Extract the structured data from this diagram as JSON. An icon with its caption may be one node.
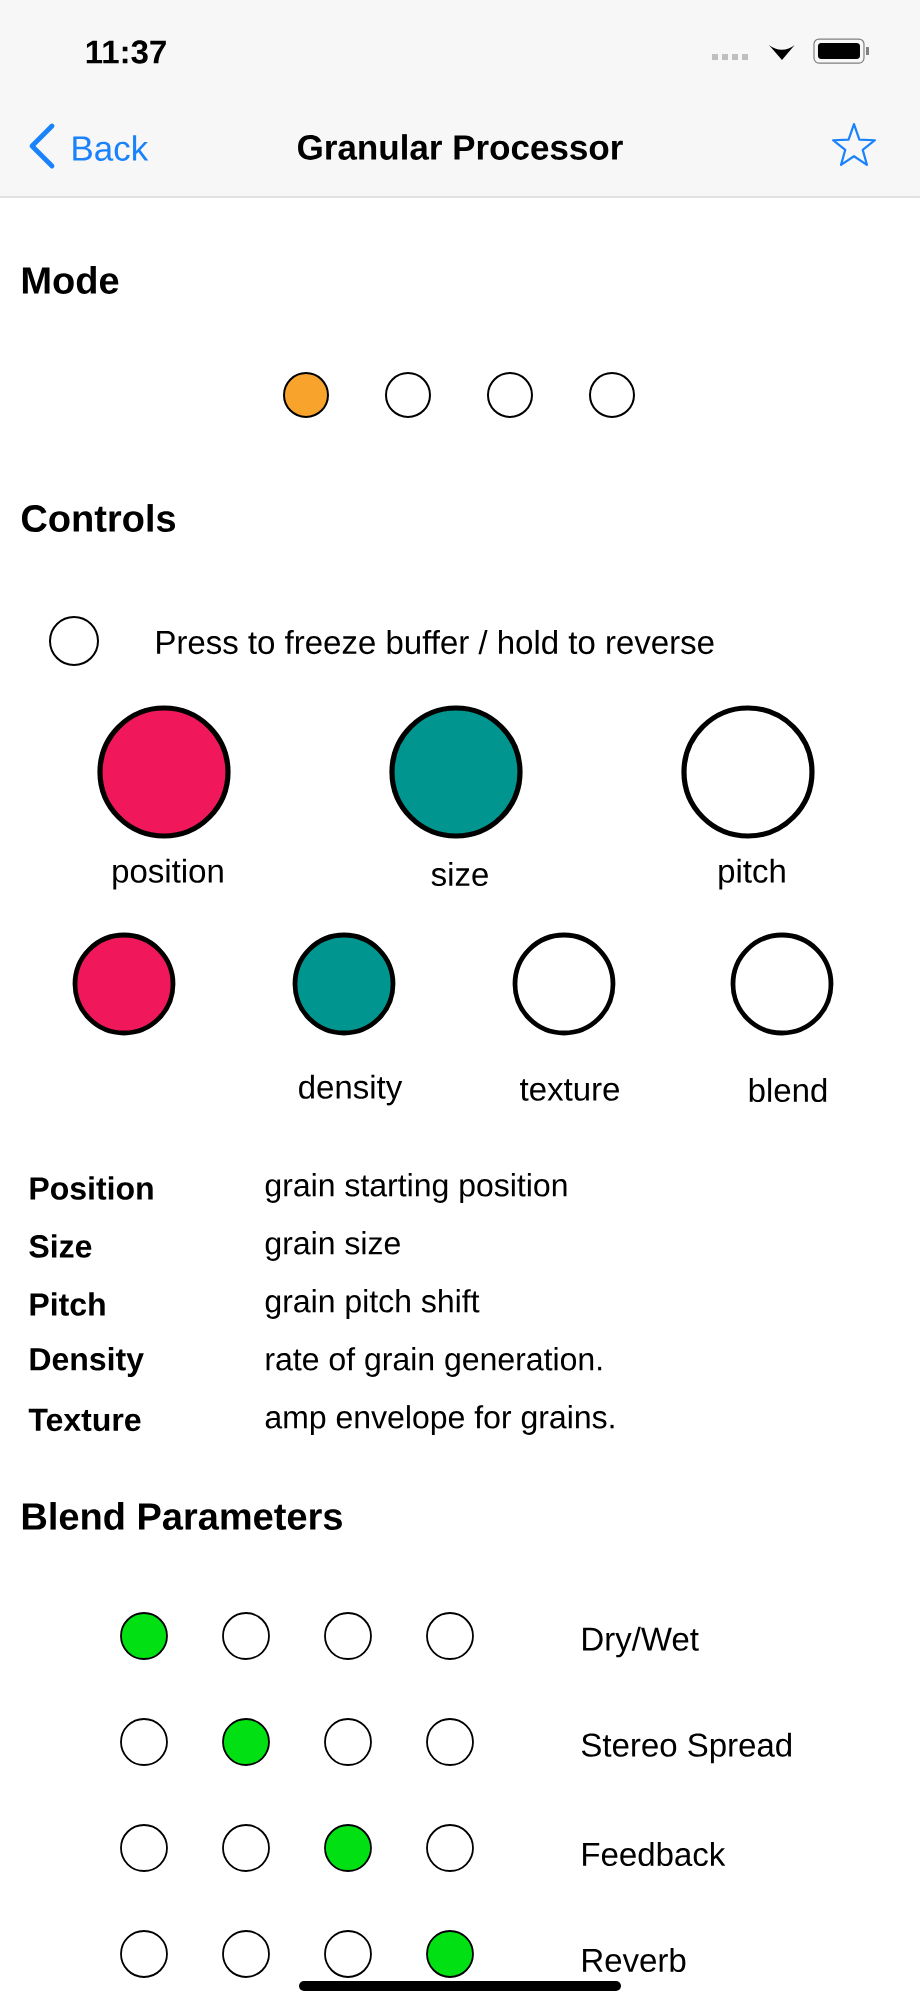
{
  "diagram": {
    "title": "Granular Processor",
    "labels": [
      "11:37",
      "Back",
      "Mode",
      "Controls",
      "Press to freeze buffer / hold to reverse",
      "position",
      "size",
      "pitch",
      "density",
      "texture",
      "blend",
      "Position",
      "grain starting position",
      "Size",
      "grain size",
      "Pitch",
      "grain pitch shift",
      "Density",
      "rate of grain generation.",
      "Texture",
      "amp envelope for grains.",
      "Blend Parameters",
      "Dry/Wet",
      "Stereo Spread",
      "Feedback",
      "Reverb"
    ]
  }
}
